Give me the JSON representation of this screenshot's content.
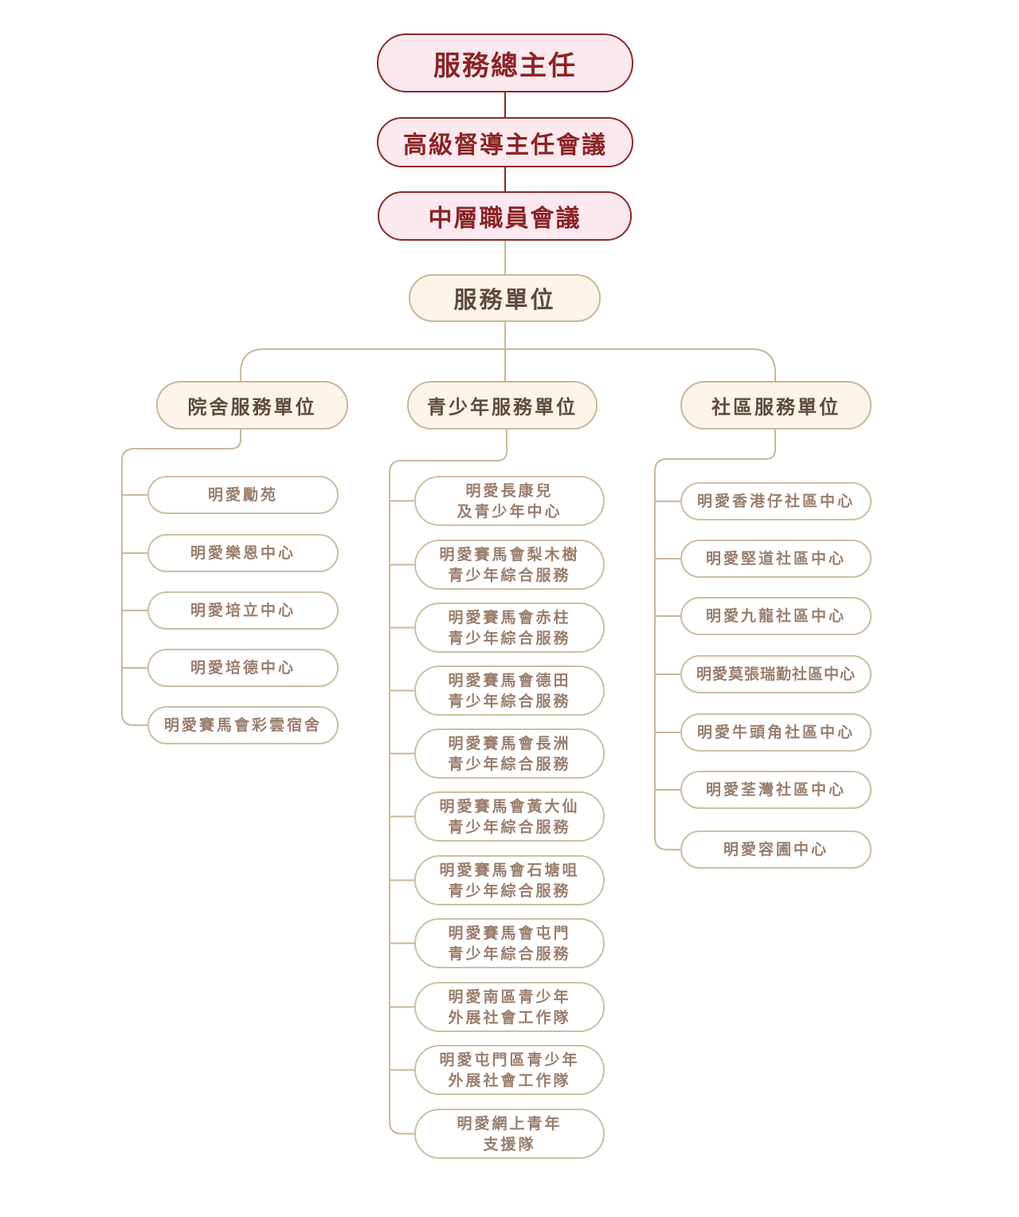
{
  "colors": {
    "exec_fill": "#fce8ef",
    "exec_border": "#8a2a2a",
    "exec_text": "#8a2424",
    "unit_fill": "#fdf4e9",
    "unit_border": "#c8b89a",
    "unit_text": "#5e4a3c",
    "leaf_border": "#cdbfa4",
    "leaf_text": "#9a7e6c",
    "line": "#c8b89a"
  },
  "hierarchy": {
    "director": "服務總主任",
    "senior_meeting": "高級督導主任會議",
    "middle_meeting": "中層職員會議",
    "service_units": "服務單位"
  },
  "branches": [
    {
      "title": "院舍服務單位",
      "items": [
        "明愛勵苑",
        "明愛樂恩中心",
        "明愛培立中心",
        "明愛培德中心",
        "明愛賽馬會彩雲宿舍"
      ]
    },
    {
      "title": "青少年服務單位",
      "items": [
        "明愛長康兒\n及青少年中心",
        "明愛賽馬會梨木樹\n青少年綜合服務",
        "明愛賽馬會赤柱\n青少年綜合服務",
        "明愛賽馬會德田\n青少年綜合服務",
        "明愛賽馬會長洲\n青少年綜合服務",
        "明愛賽馬會黃大仙\n青少年綜合服務",
        "明愛賽馬會石塘咀\n青少年綜合服務",
        "明愛賽馬會屯門\n青少年綜合服務",
        "明愛南區青少年\n外展社會工作隊",
        "明愛屯門區青少年\n外展社會工作隊",
        "明愛網上青年\n支援隊"
      ]
    },
    {
      "title": "社區服務單位",
      "items": [
        "明愛香港仔社區中心",
        "明愛堅道社區中心",
        "明愛九龍社區中心",
        "明愛莫張瑞勤社區中心",
        "明愛牛頭角社區中心",
        "明愛荃灣社區中心",
        "明愛容圃中心"
      ]
    }
  ]
}
